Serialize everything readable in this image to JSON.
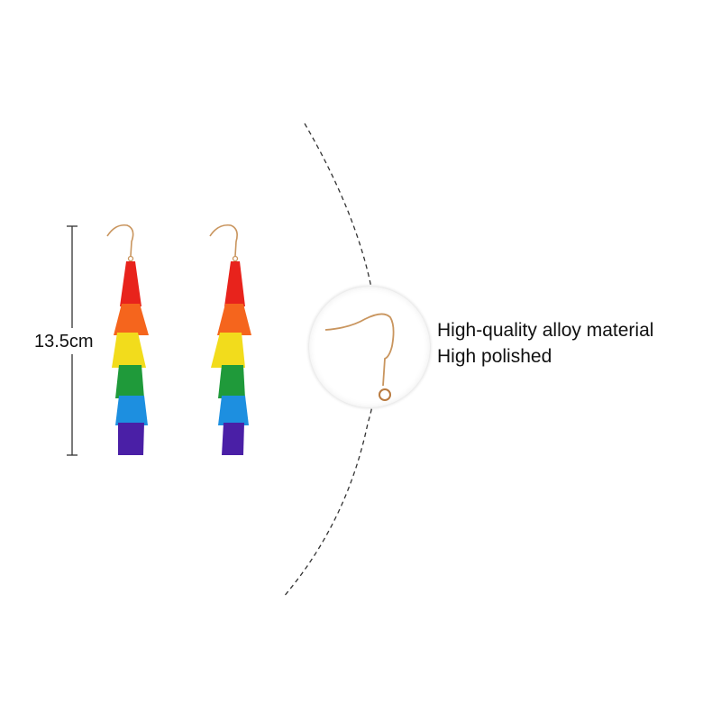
{
  "product": {
    "name": "Rainbow tassel drop earrings",
    "earring_count": 2,
    "tassel_colors": [
      "#e8231c",
      "#f5651d",
      "#f2dc1c",
      "#1f9a3a",
      "#1d8fe0",
      "#4a1fa6"
    ],
    "hook_color": "#c9955e"
  },
  "dimension": {
    "label": "13.5cm"
  },
  "detail_callout": {
    "subject": "ear-hook",
    "lines": [
      "High-quality alloy material",
      "High polished"
    ]
  },
  "colors": {
    "background": "#ffffff",
    "text": "#111111",
    "dashed_arc": "#333333"
  }
}
